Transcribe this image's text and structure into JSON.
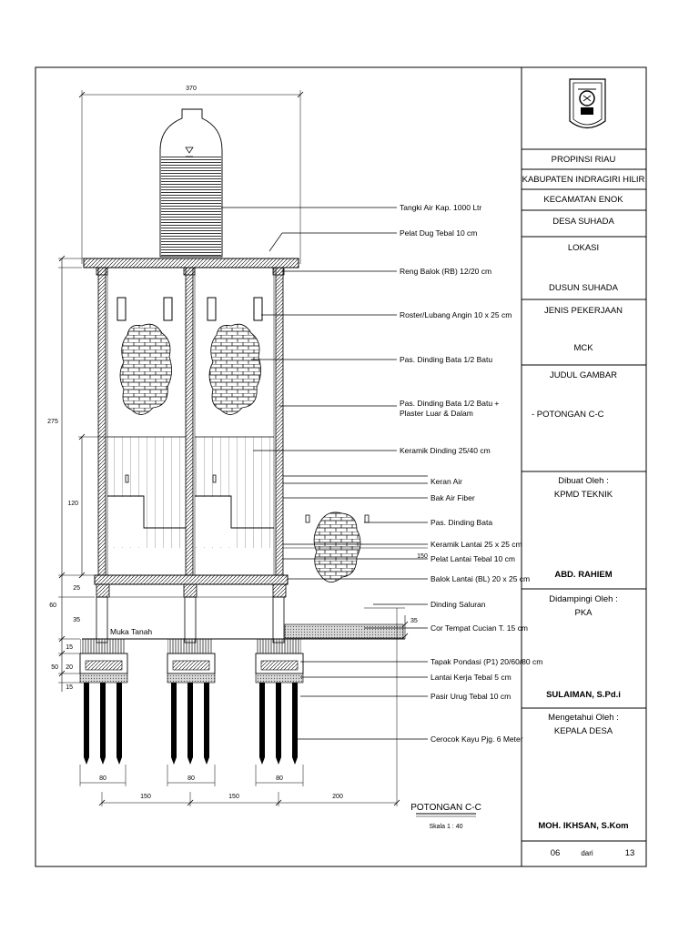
{
  "drawing": {
    "dims": {
      "top_width": "370",
      "total_height": "275",
      "h120": "120",
      "h25": "25",
      "h60": "60",
      "h35": "35",
      "h15a": "15",
      "h50": "50",
      "h20": "20",
      "h15b": "15",
      "w150_right": "150",
      "h35_right": "35",
      "foot1": "80",
      "foot2": "80",
      "foot3": "80",
      "span1": "150",
      "span2": "150",
      "span3": "200"
    },
    "muka_tanah": "Muka Tanah",
    "labels": [
      "Tangki Air Kap. 1000 Ltr",
      "Pelat Dug Tebal 10 cm",
      "Reng Balok (RB) 12/20 cm",
      "Roster/Lubang Angin 10 x 25 cm",
      "Pas. Dinding Bata 1/2 Batu",
      "Pas. Dinding Bata 1/2 Batu +",
      "Plaster Luar & Dalam",
      "Keramik Dinding 25/40 cm",
      "Keran Air",
      "Bak Air Fiber",
      "Pas. Dinding Bata",
      "Keramik Lantai 25 x 25 cm",
      "Pelat Lantai Tebal 10 cm",
      "Balok Lantai (BL) 20 x 25 cm",
      "Dinding Saluran",
      "Cor Tempat Cucian T. 15 cm",
      "Tapak Pondasi (P1) 20/60/80 cm",
      "Lantai Kerja Tebal 5 cm",
      "Pasir Urug Tebal 10 cm",
      "Cerocok Kayu Pjg. 6 Meter"
    ],
    "caption": "POTONGAN C-C",
    "scale": "Skala 1 : 40"
  },
  "title_block": {
    "province": "PROPINSI RIAU",
    "regency": "KABUPATEN INDRAGIRI HILIR",
    "district": "KECAMATAN ENOK",
    "village": "DESA SUHADA",
    "lokasi_label": "LOKASI",
    "lokasi_value": "DUSUN SUHADA",
    "jenis_label": "JENIS PEKERJAAN",
    "jenis_value": "MCK",
    "judul_label": "JUDUL GAMBAR",
    "judul_value": "- POTONGAN C-C",
    "dibuat_label": "Dibuat Oleh :",
    "dibuat_value": "KPMD TEKNIK",
    "dibuat_name": "ABD. RAHIEM",
    "didampingi_label": "Didampingi Oleh :",
    "didampingi_value": "PKA",
    "didampingi_name": "SULAIMAN, S.Pd.i",
    "mengetahui_label": "Mengetahui Oleh :",
    "mengetahui_value": "KEPALA DESA",
    "mengetahui_name": "MOH. IKHSAN, S.Kom",
    "sheet_no": "06",
    "sheet_of": "dari",
    "sheet_total": "13"
  }
}
